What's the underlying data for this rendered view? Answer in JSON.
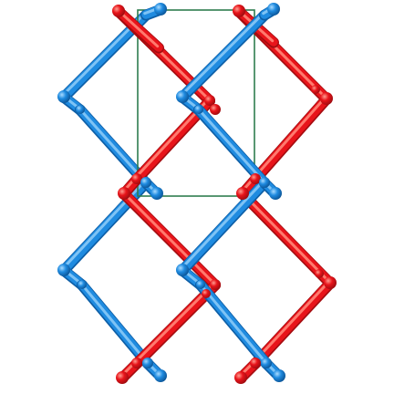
{
  "colors": {
    "background": "#ffffff",
    "red_network": "#e8141a",
    "red_network_dark": "#a50c10",
    "red_network_light": "#ff7a6e",
    "blue_network": "#1f8be0",
    "blue_network_dark": "#0d5ea6",
    "blue_network_light": "#7ec3f5",
    "unit_cell": "#2e7d4f"
  },
  "networks": [
    {
      "name": "red",
      "color_key": "red_network"
    },
    {
      "name": "blue",
      "color_key": "blue_network"
    }
  ]
}
